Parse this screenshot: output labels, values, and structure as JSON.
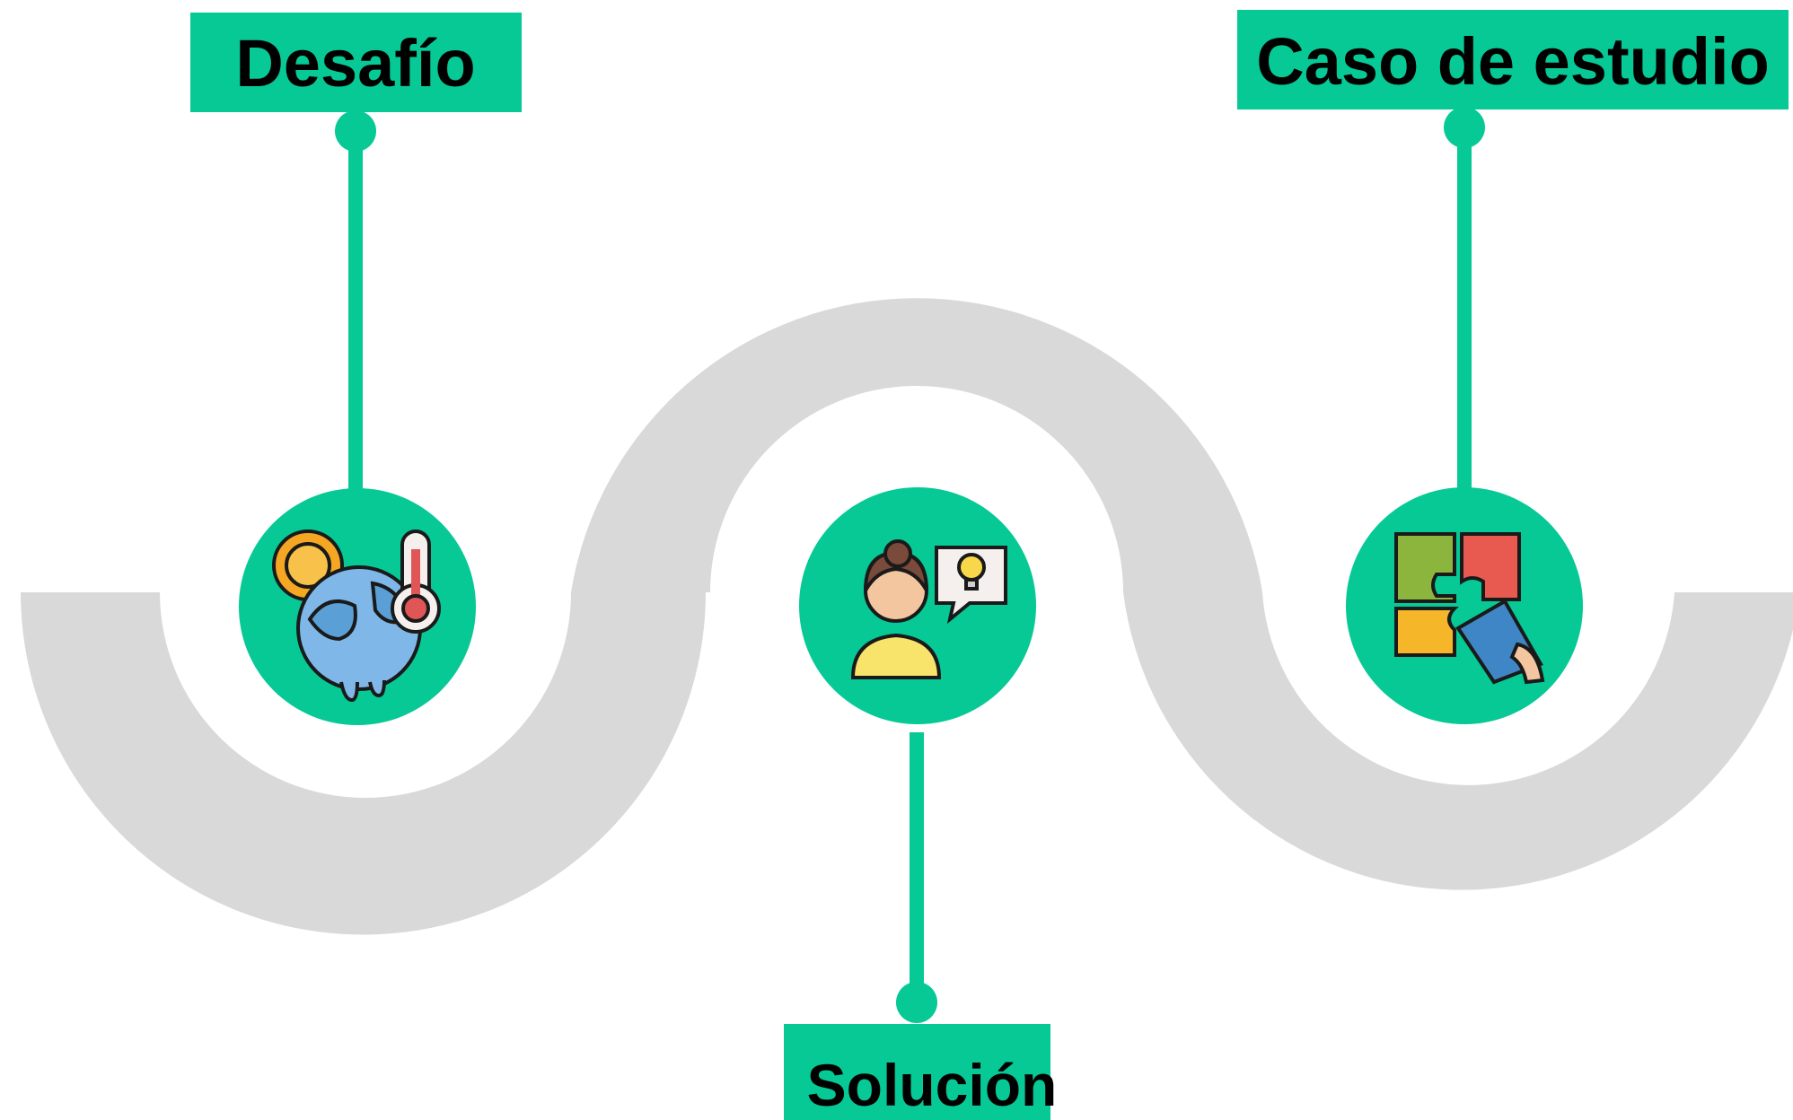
{
  "colors": {
    "accent": "#06C995",
    "path": "#D9D9D9",
    "text": "#000000"
  },
  "steps": [
    {
      "label": "Desafío",
      "icon": "global-warming-icon"
    },
    {
      "label": "Solución",
      "icon": "person-idea-icon"
    },
    {
      "label": "Caso de estudio",
      "icon": "puzzle-icon"
    }
  ]
}
